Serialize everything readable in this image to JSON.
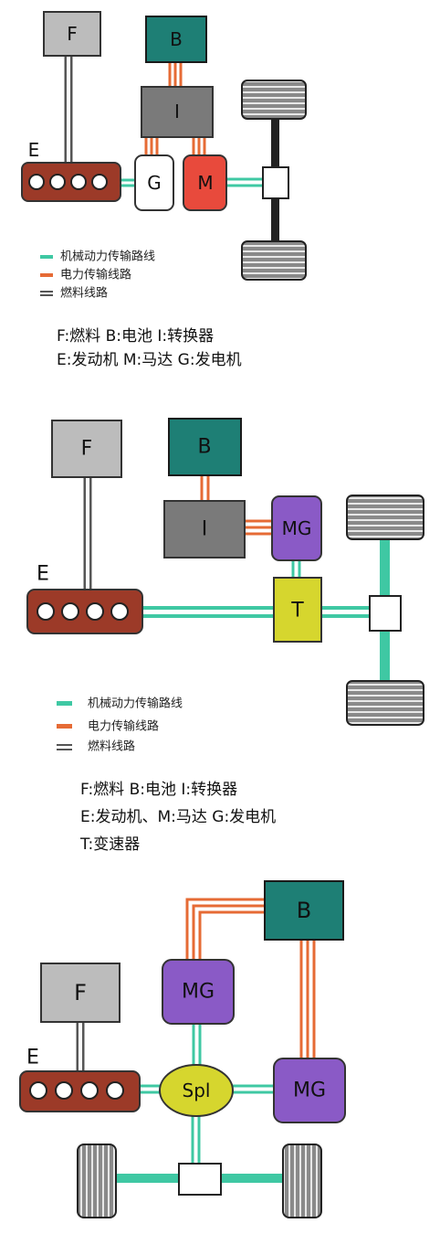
{
  "colors": {
    "mech": "#3fc8a3",
    "elec": "#e66b35",
    "fuel": "#555555",
    "fuel_box": "#bcbcbc",
    "battery": "#1e7f75",
    "inverter": "#7a7a7a",
    "engine": "#9c3a28",
    "motor": "#e84a3c",
    "motor_gen": "#8a5ac6",
    "transmission": "#d6d62e",
    "tire": "#7c7c7c"
  },
  "diagram1": {
    "labels": {
      "fuel": "F",
      "battery": "B",
      "inverter": "I",
      "generator": "G",
      "motor": "M",
      "engine": "E"
    },
    "legend": [
      "机械动力传输路线",
      "电力传输线路",
      "燃料线路"
    ],
    "key": [
      "F:燃料  B:电池  I:转换器",
      "E:发动机  M:马达  G:发电机"
    ]
  },
  "diagram2": {
    "labels": {
      "fuel": "F",
      "battery": "B",
      "inverter": "I",
      "motor_gen": "MG",
      "transmission": "T",
      "engine": "E"
    },
    "legend": [
      "机械动力传输路线",
      "电力传输线路",
      "燃料线路"
    ],
    "key": [
      "F:燃料  B:电池  I:转换器",
      "E:发动机、M:马达  G:发电机",
      "T:变速器"
    ]
  },
  "diagram3": {
    "labels": {
      "battery": "B",
      "motor_gen_top": "MG",
      "fuel": "F",
      "engine": "E",
      "splitter": "Spl",
      "motor_gen_right": "MG"
    }
  }
}
